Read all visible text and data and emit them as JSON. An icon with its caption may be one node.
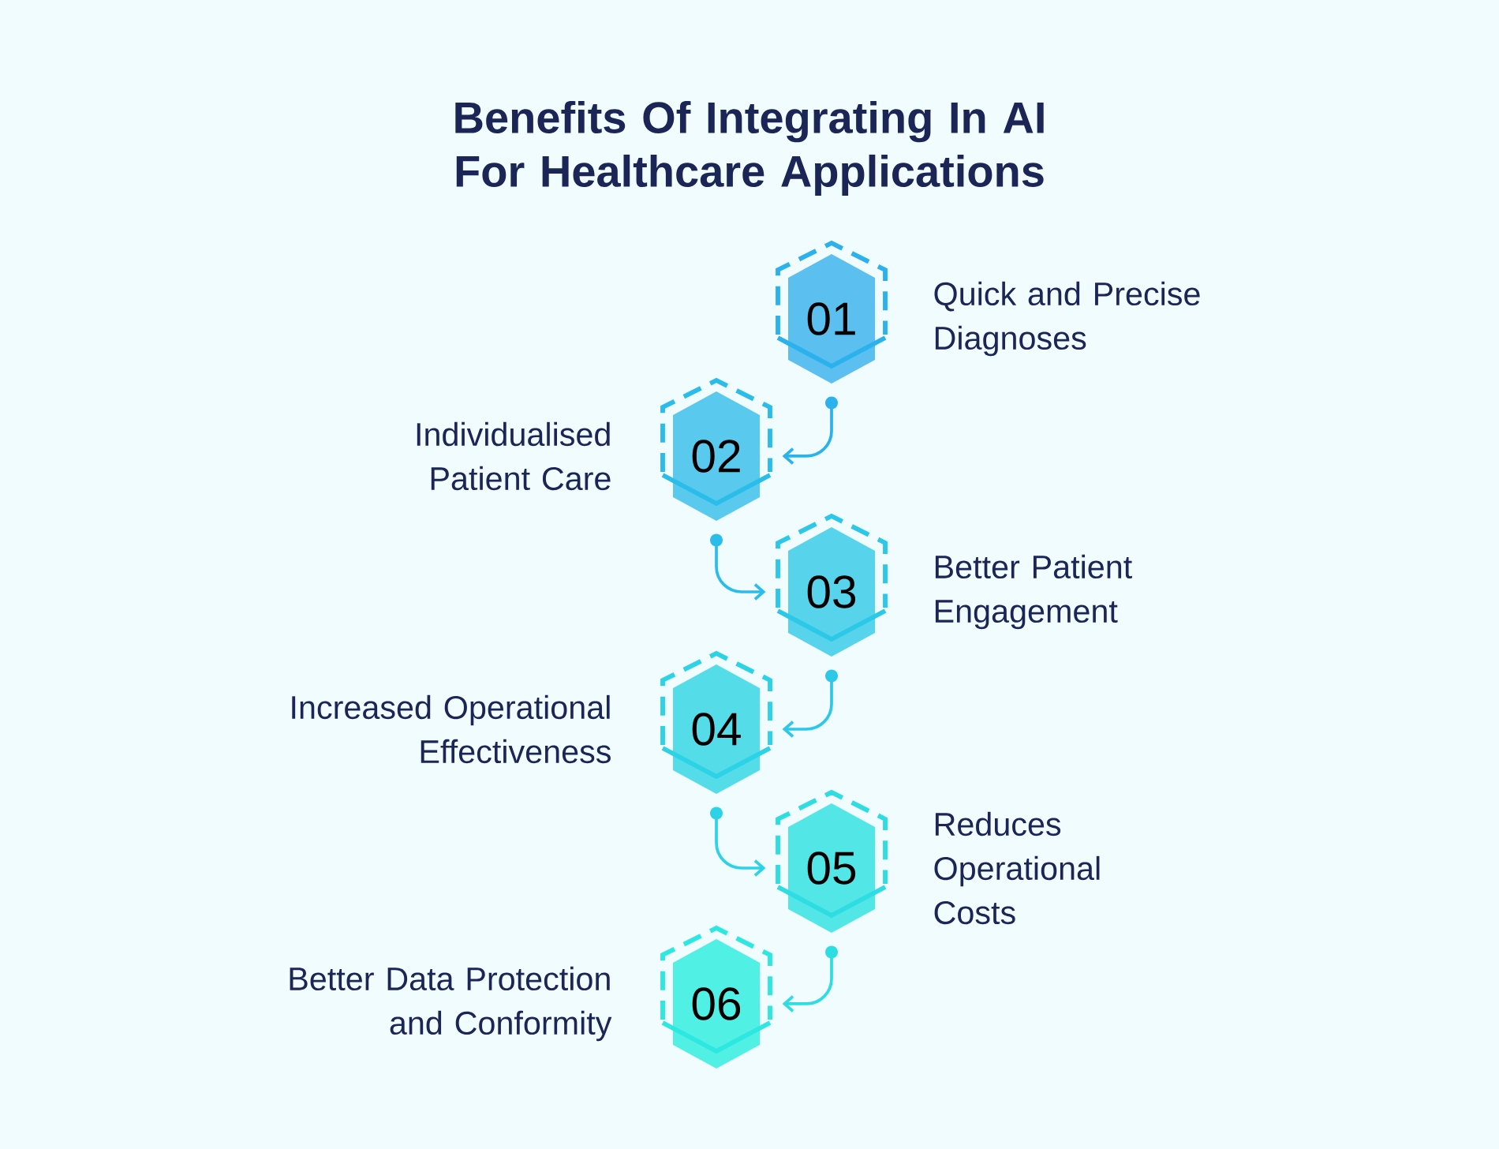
{
  "diagram": {
    "title": "Benefits Of Integrating In AI For Healthcare Applications",
    "nodes": [
      {
        "text": [
          "01"
        ],
        "beside": [
          "Quick and Precise Diagnoses"
        ]
      },
      {
        "text": [
          "02"
        ],
        "beside": [
          "Individualised Patient Care"
        ]
      },
      {
        "text": [
          "03"
        ],
        "beside": [
          "Better Patient Engagement"
        ]
      },
      {
        "text": [
          "04"
        ],
        "beside": [
          "Increased Operational Effectiveness"
        ]
      },
      {
        "text": [
          "05"
        ],
        "beside": [
          "Reduces Operational Costs"
        ]
      },
      {
        "text": [
          "06"
        ],
        "beside": [
          "Better Data Protection and Conformity"
        ]
      }
    ],
    "edges": [
      {
        "from": 0,
        "to": 1,
        "arrow": "to"
      },
      {
        "from": 1,
        "to": 2,
        "arrow": "to"
      },
      {
        "from": 2,
        "to": 3,
        "arrow": "to"
      },
      {
        "from": 3,
        "to": 4,
        "arrow": "to"
      },
      {
        "from": 4,
        "to": 5,
        "arrow": "to"
      }
    ]
  }
}
